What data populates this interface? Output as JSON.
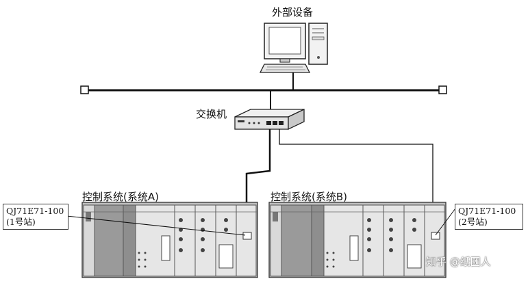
{
  "external_device": {
    "label": "外部设备"
  },
  "switch": {
    "label": "交换机"
  },
  "system_a": {
    "title": "控制系统(系统A)",
    "module_model": "QJ71E71-100",
    "station": "(1号站)"
  },
  "system_b": {
    "title": "控制系统(系统B)",
    "module_model": "QJ71E71-100",
    "station": "(2号站)"
  },
  "watermark": {
    "text": "知乎 @纸团人"
  },
  "colors": {
    "line": "#111111",
    "panel_light": "#e6e6e6",
    "panel_mid": "#c8c8c8",
    "panel_dark": "#8f8f8f"
  }
}
